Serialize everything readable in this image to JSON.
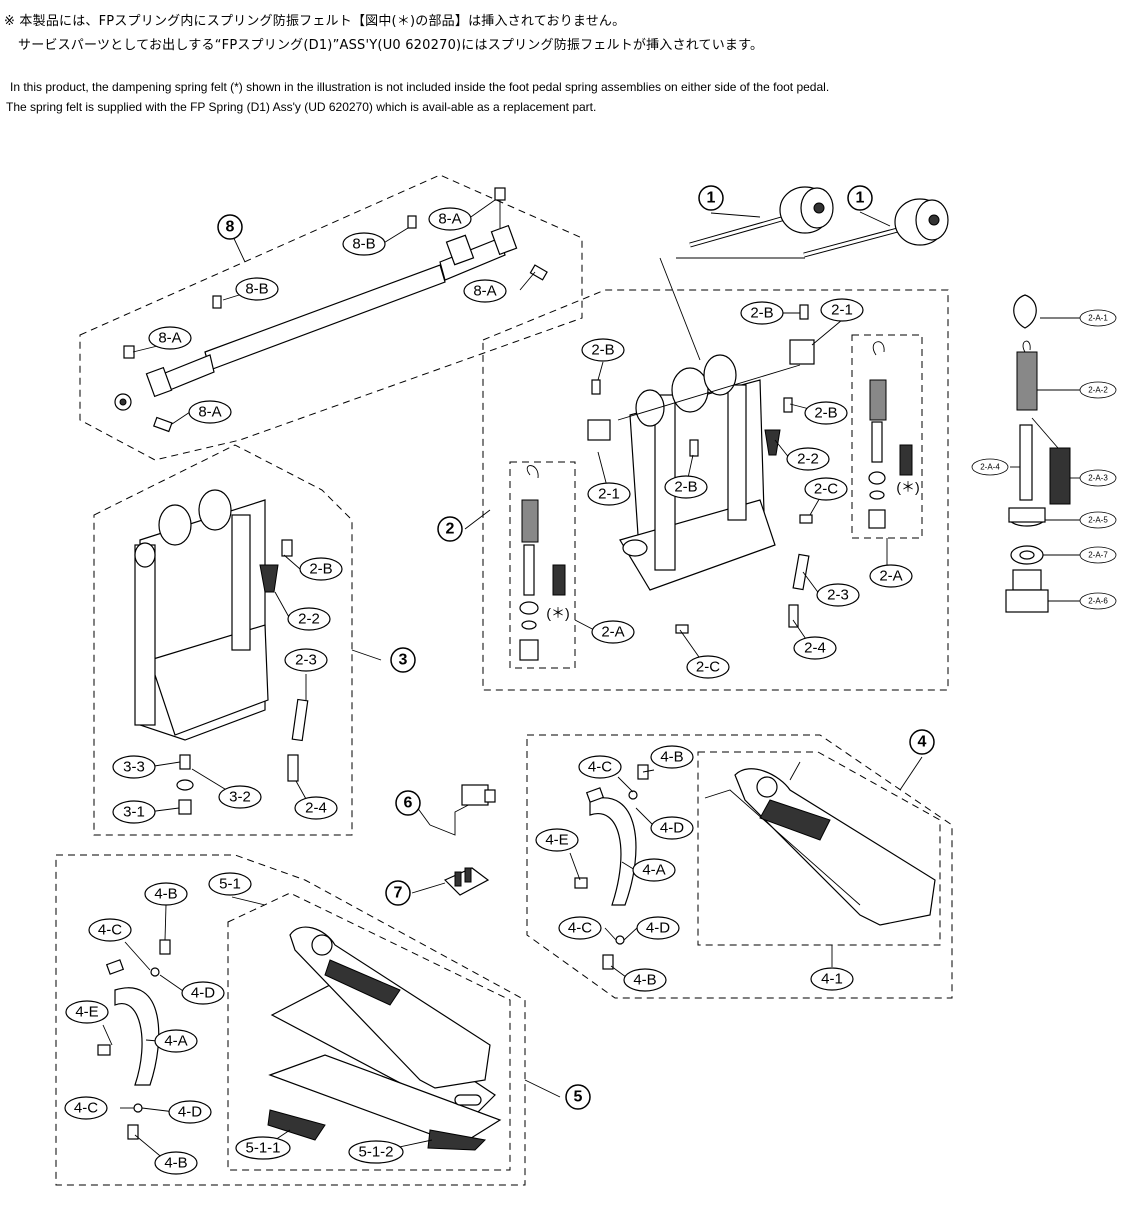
{
  "notes": {
    "jp_line1": "※ 本製品には、FPスプリング内にスプリング防振フェルト【図中(＊)の部品】は挿入されておりません。",
    "jp_line2": "サービスパーツとしてお出しする“FPスプリング(D1)”ASS'Y(U0 620270)にはスプリング防振フェルトが挿入されています。",
    "en_line1": "In this product, the dampening spring felt (*) shown in the illustration is not included inside the foot pedal spring assemblies on either side of the foot pedal.",
    "en_line2": "The spring felt is supplied with the FP Spring (D1) Ass'y (UD 620270) which is avail-able as a replacement part."
  },
  "labels": {
    "n1": "1",
    "n2": "2",
    "n3": "3",
    "n4": "4",
    "n5": "5",
    "n6": "6",
    "n7": "7",
    "n8": "8",
    "l8A": "8-A",
    "l8B": "8-B",
    "l2B": "2-B",
    "l21": "2-1",
    "l22": "2-2",
    "l2C": "2-C",
    "l23": "2-3",
    "l24": "2-4",
    "l2A": "2-A",
    "l2A1": "2-A-1",
    "l2A2": "2-A-2",
    "l2A3": "2-A-3",
    "l2A4": "2-A-4",
    "l2A5": "2-A-5",
    "l2A6": "2-A-6",
    "l2A7": "2-A-7",
    "l31": "3-1",
    "l32": "3-2",
    "l33": "3-3",
    "l4A": "4-A",
    "l4B": "4-B",
    "l4C": "4-C",
    "l4D": "4-D",
    "l4E": "4-E",
    "l41": "4-1",
    "l51": "5-1",
    "l511": "5-1-1",
    "l512": "5-1-2",
    "asterisk": "(＊)"
  }
}
